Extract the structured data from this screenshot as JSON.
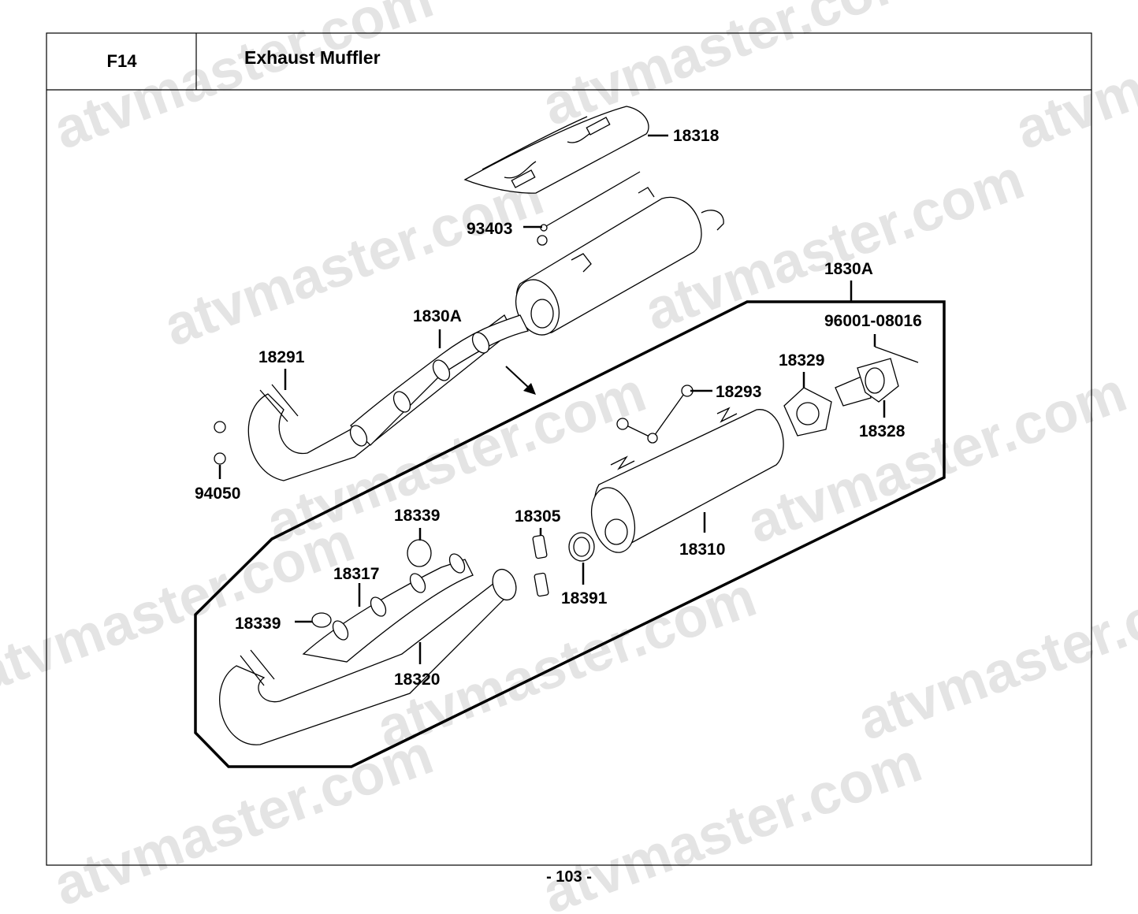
{
  "header": {
    "code": "F14",
    "title": "Exhaust Muffler"
  },
  "footer": {
    "page": "- 103 -"
  },
  "watermark": "atvmaster.com",
  "parts": {
    "p18318": "18318",
    "p93403": "93403",
    "p1830A_top": "1830A",
    "p1830A_right": "1830A",
    "p96001": "96001-08016",
    "p18291": "18291",
    "p18329": "18329",
    "p18293": "18293",
    "p18328": "18328",
    "p94050": "94050",
    "p18339_a": "18339",
    "p18305": "18305",
    "p18310": "18310",
    "p18317": "18317",
    "p18391": "18391",
    "p18339_b": "18339",
    "p18320": "18320"
  }
}
